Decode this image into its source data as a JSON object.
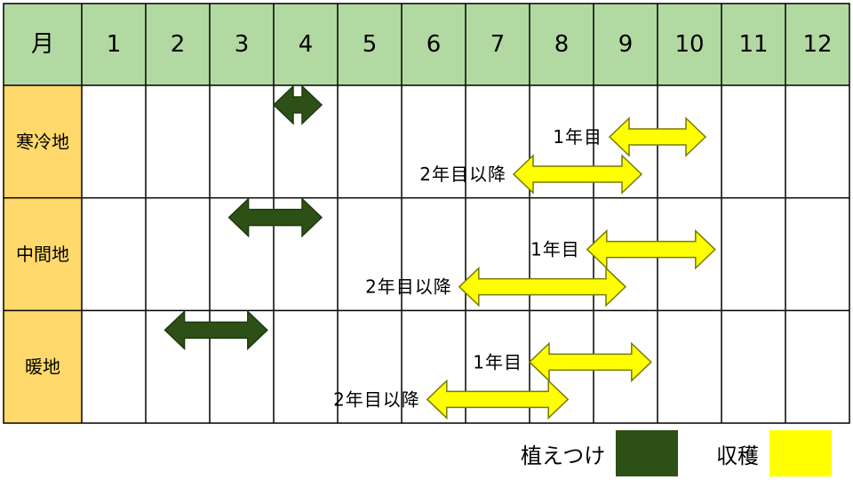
{
  "chart_data": {
    "type": "table",
    "header_label": "月",
    "months": [
      "1",
      "2",
      "3",
      "4",
      "5",
      "6",
      "7",
      "8",
      "9",
      "10",
      "11",
      "12"
    ],
    "regions": [
      {
        "name": "寒冷地",
        "planting": [
          4,
          4.75
        ],
        "harvest": [
          {
            "label": "1年目",
            "range": [
              9.25,
              10.75
            ]
          },
          {
            "label": "2年目以降",
            "range": [
              7.75,
              9.75
            ]
          }
        ]
      },
      {
        "name": "中間地",
        "planting": [
          3.3,
          4.75
        ],
        "harvest": [
          {
            "label": "1年目",
            "range": [
              8.9,
              10.9
            ]
          },
          {
            "label": "2年目以降",
            "range": [
              6.9,
              9.5
            ]
          }
        ]
      },
      {
        "name": "暖地",
        "planting": [
          2.3,
          3.9
        ],
        "harvest": [
          {
            "label": "1年目",
            "range": [
              8,
              9.9
            ]
          },
          {
            "label": "2年目以降",
            "range": [
              6.4,
              8.6
            ]
          }
        ]
      }
    ],
    "legend": [
      {
        "label": "植えつけ",
        "color": "#2d5016"
      },
      {
        "label": "収穫",
        "color": "#ffff00"
      }
    ]
  },
  "colors": {
    "header_bg": "#b3d9a3",
    "region_bg": "#ffd96b",
    "grid": "#000000",
    "planting": "#2d5016",
    "harvest": "#ffff00",
    "harvest_stroke": "#7a7a00"
  }
}
